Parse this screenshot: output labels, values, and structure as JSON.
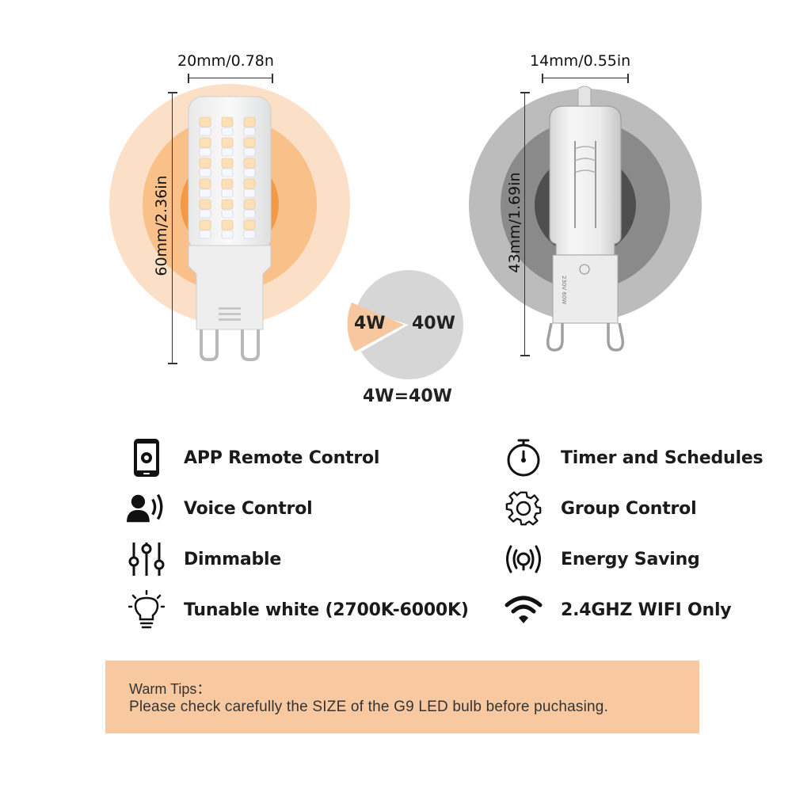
{
  "left_bulb": {
    "width_label": "20mm/0.78n",
    "height_label": "60mm/2.36in",
    "color_outer": "#fbdfc6",
    "color_mid": "#f9c08a",
    "color_inner": "#f49a47"
  },
  "right_bulb": {
    "width_label": "14mm/0.55in",
    "height_label": "43mm/1.69in",
    "color_outer": "#bcbcbc",
    "color_mid": "#8a8a8a",
    "color_inner": "#4e4e4e"
  },
  "comparison": {
    "led_label": "4W",
    "halogen_label": "40W",
    "equation": "4W=40W",
    "led_color": "#f7c8a0",
    "halogen_color": "#d6d6d6"
  },
  "features": {
    "left": [
      {
        "label": "APP Remote Control",
        "icon": "phone-app-icon"
      },
      {
        "label": "Voice Control",
        "icon": "voice-icon"
      },
      {
        "label": "Dimmable",
        "icon": "sliders-icon"
      },
      {
        "label": "Tunable white (2700K-6000K)",
        "icon": "bulb-icon"
      }
    ],
    "right": [
      {
        "label": "Timer and Schedules",
        "icon": "timer-icon"
      },
      {
        "label": "Group Control",
        "icon": "gear-icon"
      },
      {
        "label": "Energy Saving",
        "icon": "energy-icon"
      },
      {
        "label": "2.4GHZ WIFI Only",
        "icon": "wifi-icon"
      }
    ]
  },
  "tips": {
    "title": "Warm Tips：",
    "text": "Please check carefully the SIZE of the G9 LED bulb before puchasing."
  }
}
